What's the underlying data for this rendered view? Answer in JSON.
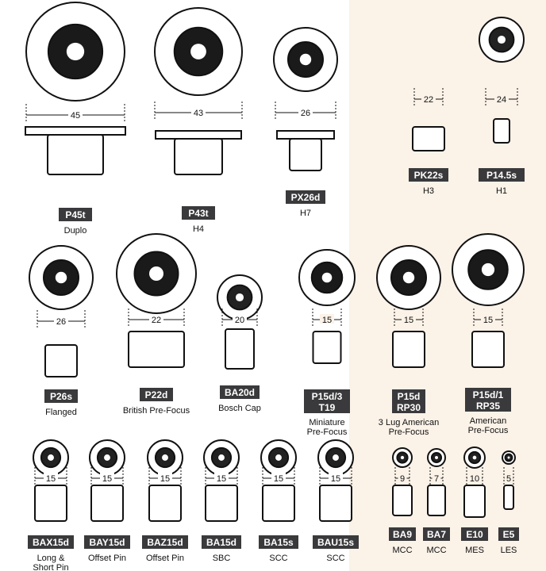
{
  "colors": {
    "label_bg": "#3a3a3c",
    "label_text": "#ffffff",
    "line": "#111111",
    "right_panel": "#fbf2e8"
  },
  "bases": [
    {
      "code": [
        "P45t"
      ],
      "caption": [
        "Duplo"
      ],
      "dimension": "45"
    },
    {
      "code": [
        "P43t"
      ],
      "caption": [
        "H4"
      ],
      "dimension": "43"
    },
    {
      "code": [
        "PX26d"
      ],
      "caption": [
        "H7"
      ],
      "dimension": "26"
    },
    {
      "code": [
        "PK22s"
      ],
      "caption": [
        "H3"
      ],
      "dimension": "22"
    },
    {
      "code": [
        "P14.5s"
      ],
      "caption": [
        "H1"
      ],
      "dimension": "24"
    },
    {
      "code": [
        "P26s"
      ],
      "caption": [
        "Flanged"
      ],
      "dimension": "26"
    },
    {
      "code": [
        "P22d"
      ],
      "caption": [
        "British Pre-Focus"
      ],
      "dimension": "22"
    },
    {
      "code": [
        "BA20d"
      ],
      "caption": [
        "Bosch Cap"
      ],
      "dimension": "20"
    },
    {
      "code": [
        "P15d/3",
        "T19"
      ],
      "caption": [
        "Miniature",
        "Pre-Focus"
      ],
      "dimension": "15"
    },
    {
      "code": [
        "P15d",
        "RP30"
      ],
      "caption": [
        "3 Lug American",
        "Pre-Focus"
      ],
      "dimension": "15"
    },
    {
      "code": [
        "P15d/1",
        "RP35"
      ],
      "caption": [
        "American",
        "Pre-Focus"
      ],
      "dimension": "15"
    },
    {
      "code": [
        "BAX15d"
      ],
      "caption": [
        "Long &",
        "Short Pin"
      ],
      "dimension": "15"
    },
    {
      "code": [
        "BAY15d"
      ],
      "caption": [
        "Offset Pin"
      ],
      "dimension": "15"
    },
    {
      "code": [
        "BAZ15d"
      ],
      "caption": [
        "Offset Pin"
      ],
      "dimension": "15"
    },
    {
      "code": [
        "BA15d"
      ],
      "caption": [
        "SBC"
      ],
      "dimension": "15"
    },
    {
      "code": [
        "BA15s"
      ],
      "caption": [
        "SCC"
      ],
      "dimension": "15"
    },
    {
      "code": [
        "BAU15s"
      ],
      "caption": [
        "SCC"
      ],
      "dimension": "15"
    },
    {
      "code": [
        "BA9"
      ],
      "caption": [
        "MCC"
      ],
      "dimension": "9"
    },
    {
      "code": [
        "BA7"
      ],
      "caption": [
        "MCC"
      ],
      "dimension": "7"
    },
    {
      "code": [
        "E10"
      ],
      "caption": [
        "MES"
      ],
      "dimension": "10"
    },
    {
      "code": [
        "E5"
      ],
      "caption": [
        "LES"
      ],
      "dimension": "5"
    }
  ]
}
